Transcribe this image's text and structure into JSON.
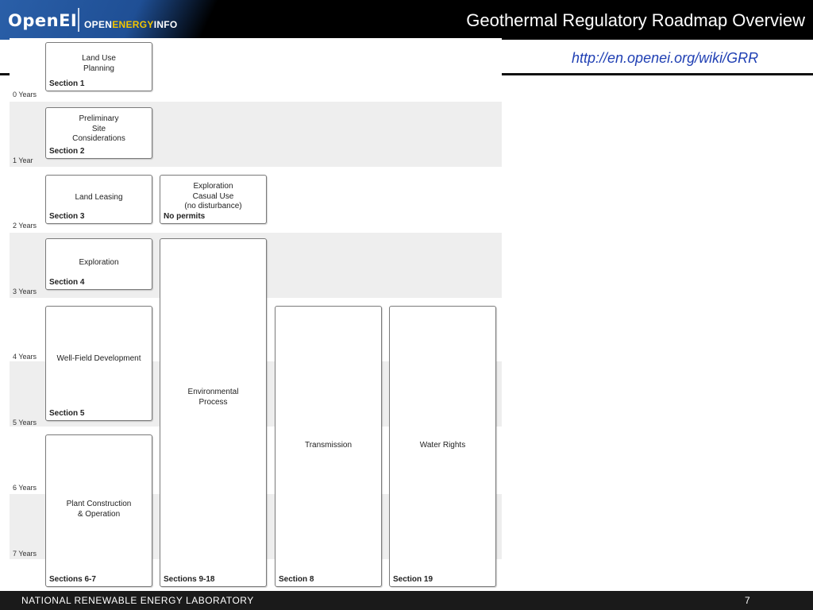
{
  "header": {
    "logo_main": "OpenEI",
    "logo_sub_a": "OPEN",
    "logo_sub_b": "ENERGY",
    "logo_sub_c": "INFO",
    "title": "Geothermal Regulatory Roadmap Overview"
  },
  "url": "http://en.openei.org/wiki/GRR",
  "diagram": {
    "years": [
      "0 Years",
      "1 Year",
      "2 Years",
      "3 Years",
      "4 Years",
      "5 Years",
      "6 Years",
      "7 Years"
    ],
    "boxes": [
      {
        "label": "Land Use\nPlanning",
        "section": "Section 1"
      },
      {
        "label": "Preliminary\nSite\nConsiderations",
        "section": "Section 2"
      },
      {
        "label": "Land Leasing",
        "section": "Section 3"
      },
      {
        "label": "Exploration\nCasual Use\n(no disturbance)",
        "section": "No permits"
      },
      {
        "label": "Exploration",
        "section": "Section 4"
      },
      {
        "label": "Well-Field Development",
        "section": "Section 5"
      },
      {
        "label": "Environmental\nProcess",
        "section": "Sections 9-18"
      },
      {
        "label": "Transmission",
        "section": "Section 8"
      },
      {
        "label": "Water Rights",
        "section": "Section 19"
      },
      {
        "label": "Plant Construction\n& Operation",
        "section": "Sections 6-7"
      }
    ]
  },
  "footer": {
    "org": "NATIONAL RENEWABLE ENERGY LABORATORY",
    "page": "7"
  },
  "colors": {
    "header_bg": "#000000",
    "logo_blue": "#2a5fa8",
    "logo_yellow": "#f2c500",
    "link": "#1f3fb3",
    "stripe": "#eeeeee"
  }
}
